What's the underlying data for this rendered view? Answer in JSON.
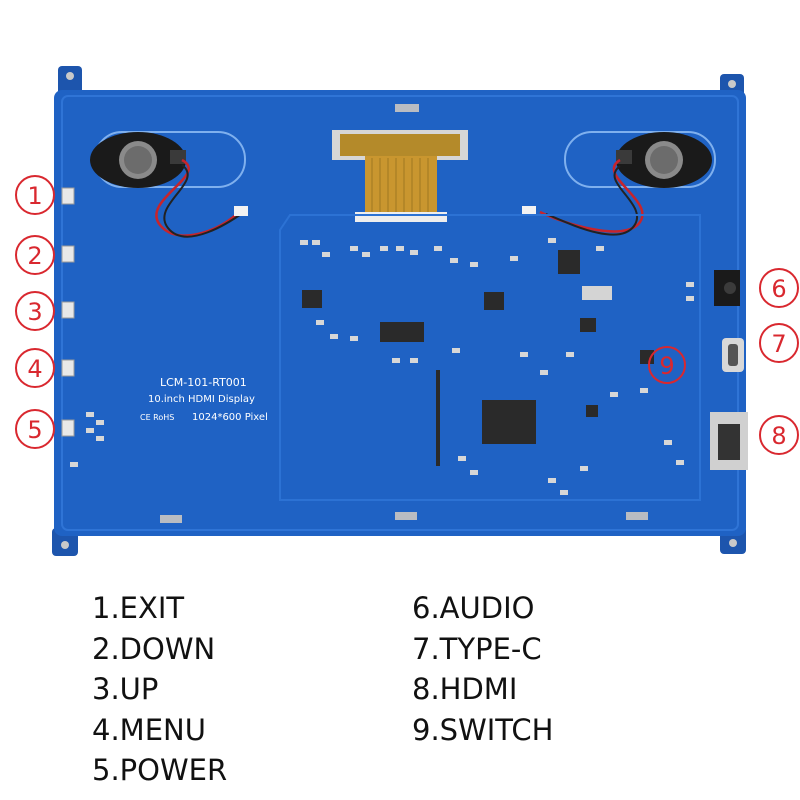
{
  "board": {
    "model": "LCM-101-RT001",
    "description": "10.inch HDMI Display",
    "certs": "CE RoHS",
    "resolution": "1024*600 Pixel"
  },
  "callouts": [
    {
      "number": "1",
      "label": "1.EXIT"
    },
    {
      "number": "2",
      "label": "2.DOWN"
    },
    {
      "number": "3",
      "label": "3.UP"
    },
    {
      "number": "4",
      "label": "4.MENU"
    },
    {
      "number": "5",
      "label": "5.POWER"
    },
    {
      "number": "6",
      "label": "6.AUDIO"
    },
    {
      "number": "7",
      "label": "7.TYPE-C"
    },
    {
      "number": "8",
      "label": "8.HDMI"
    },
    {
      "number": "9",
      "label": "9.SWITCH"
    }
  ],
  "colors": {
    "board": "#1f62c4",
    "callout": "#d9282f",
    "mount": "#1d55ad"
  }
}
